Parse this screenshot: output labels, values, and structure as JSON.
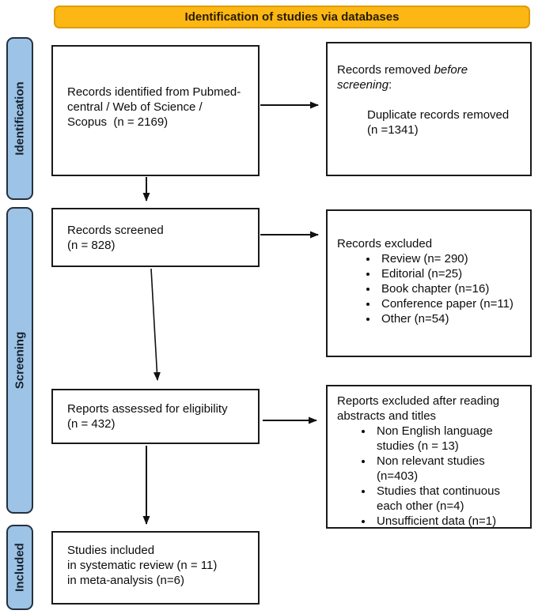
{
  "banner": {
    "label": "Identification of studies via databases"
  },
  "colors": {
    "banner_bg": "#FCB714",
    "banner_border": "#DE9D06",
    "stage_bg": "#9DC3E6",
    "stage_border": "#24313F"
  },
  "stages": [
    {
      "label": "Identification"
    },
    {
      "label": "Screening"
    },
    {
      "label": "Included"
    }
  ],
  "boxes": {
    "identified": {
      "lines": [
        "Records identified from Pubmed-",
        "central / Web of Science /",
        "Scopus  (n = 2169)"
      ]
    },
    "removed": {
      "line1_regular": "Records removed ",
      "line1_italic": "before",
      "line2_italic": "screening",
      "line2_regular": ":",
      "detail_lines": [
        "Duplicate records removed",
        "(n =1341)"
      ]
    },
    "screened": {
      "lines": [
        "Records screened",
        "(n = 828)"
      ]
    },
    "excluded": {
      "heading": "Records excluded",
      "bullets": [
        "Review (n= 290)",
        "Editorial (n=25)",
        "Book chapter (n=16)",
        "Conference paper (n=11)",
        "Other (n=54)"
      ]
    },
    "assessed": {
      "lines": [
        "Reports assessed for eligibility",
        "(n = 432)"
      ]
    },
    "excluded_reports": {
      "heading_lines": [
        "Reports excluded after reading",
        "abstracts and titles"
      ],
      "bullets": [
        "Non English language studies (n = 13)",
        "Non relevant studies (n=403)",
        "Studies that continuous each other (n=4)",
        "Unsufficient data (n=1)"
      ]
    },
    "included": {
      "lines": [
        "Studies included",
        "in systematic review (n = 11)",
        "in meta-analysis (n=6)"
      ]
    }
  }
}
